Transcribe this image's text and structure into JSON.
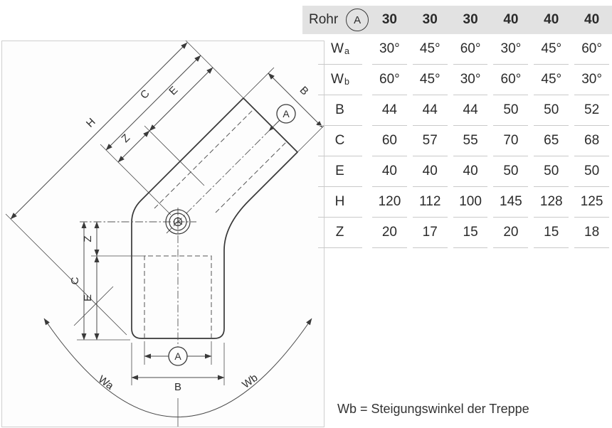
{
  "diagram": {
    "labels": {
      "h": "H",
      "c_diag": "C",
      "e_diag": "E",
      "z_diag": "Z",
      "b_top": "B",
      "a_top": "A",
      "z_left": "Z",
      "c_left": "C",
      "e_left": "E",
      "a_bottom": "A",
      "b_bottom": "B",
      "wa": "Wa",
      "wb": "Wb"
    }
  },
  "table": {
    "header": {
      "label": "Rohr",
      "symbol": "A",
      "values": [
        "30",
        "30",
        "30",
        "40",
        "40",
        "40"
      ]
    },
    "rows": [
      {
        "label": "W",
        "sub": "a",
        "values": [
          "30°",
          "45°",
          "60°",
          "30°",
          "45°",
          "60°"
        ]
      },
      {
        "label": "W",
        "sub": "b",
        "values": [
          "60°",
          "45°",
          "30°",
          "60°",
          "45°",
          "30°"
        ]
      },
      {
        "label": "B",
        "sub": "",
        "values": [
          "44",
          "44",
          "44",
          "50",
          "50",
          "52"
        ]
      },
      {
        "label": "C",
        "sub": "",
        "values": [
          "60",
          "57",
          "55",
          "70",
          "65",
          "68"
        ]
      },
      {
        "label": "E",
        "sub": "",
        "values": [
          "40",
          "40",
          "40",
          "50",
          "50",
          "50"
        ]
      },
      {
        "label": "H",
        "sub": "",
        "values": [
          "120",
          "112",
          "100",
          "145",
          "128",
          "125"
        ]
      },
      {
        "label": "Z",
        "sub": "",
        "values": [
          "20",
          "17",
          "15",
          "20",
          "15",
          "18"
        ]
      }
    ]
  },
  "note": "Wb = Steigungswinkel der Treppe"
}
